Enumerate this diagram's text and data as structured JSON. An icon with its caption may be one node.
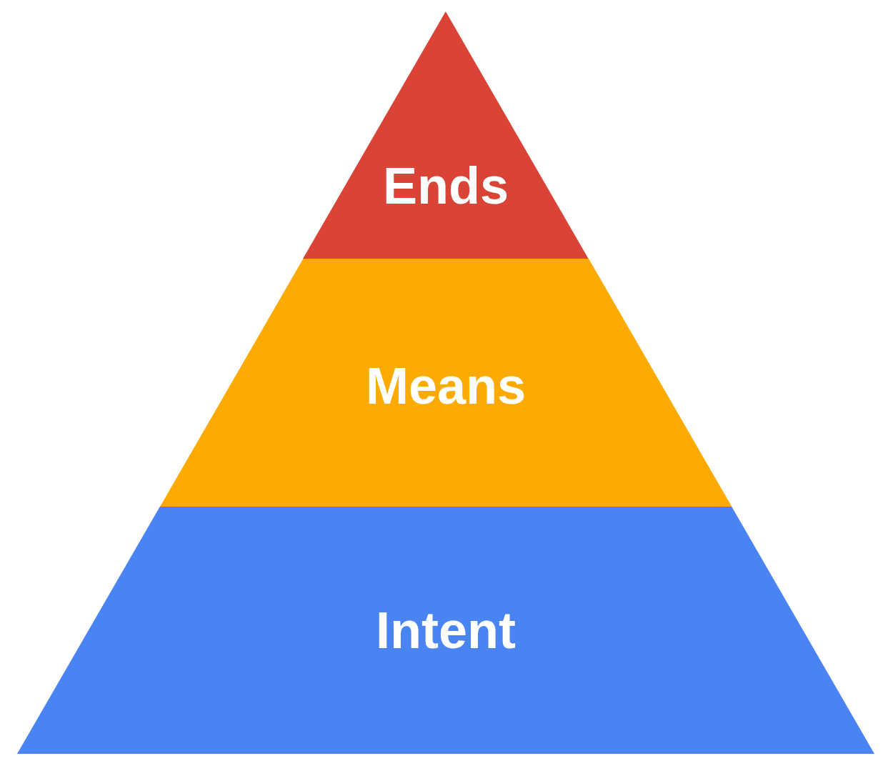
{
  "diagram": {
    "nodes": [
      {
        "text": [
          "Ends"
        ]
      },
      {
        "text": [
          "Means"
        ]
      },
      {
        "text": [
          "Intent"
        ]
      }
    ]
  }
}
